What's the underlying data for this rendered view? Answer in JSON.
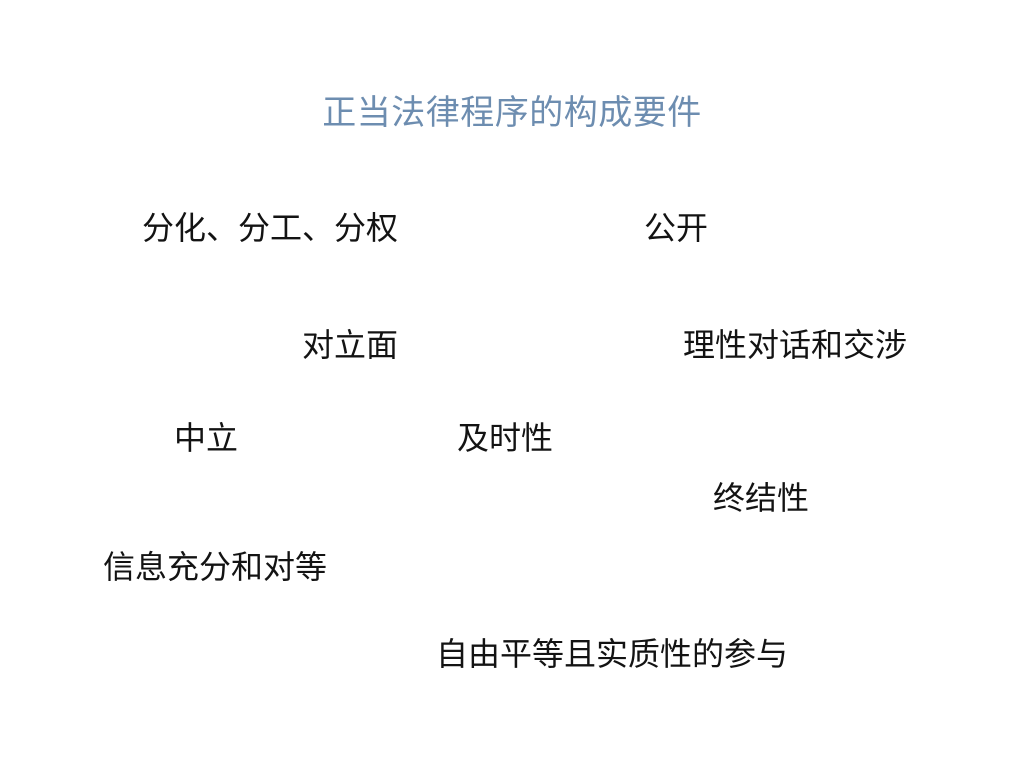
{
  "slide": {
    "title": "正当法律程序的构成要件",
    "title_color": "#6d8db0",
    "background_color": "#ffffff",
    "body_text_color": "#131313",
    "items": [
      {
        "id": "differentiation-division-separation",
        "text": "分化、分工、分权"
      },
      {
        "id": "openness",
        "text": "公开"
      },
      {
        "id": "opposing-sides",
        "text": "对立面"
      },
      {
        "id": "rational-dialogue-negotiation",
        "text": "理性对话和交涉"
      },
      {
        "id": "neutrality",
        "text": "中立"
      },
      {
        "id": "timeliness",
        "text": "及时性"
      },
      {
        "id": "finality",
        "text": "终结性"
      },
      {
        "id": "sufficient-equal-information",
        "text": "信息充分和对等"
      },
      {
        "id": "free-equal-substantive-participation",
        "text": "自由平等且实质性的参与"
      }
    ]
  }
}
